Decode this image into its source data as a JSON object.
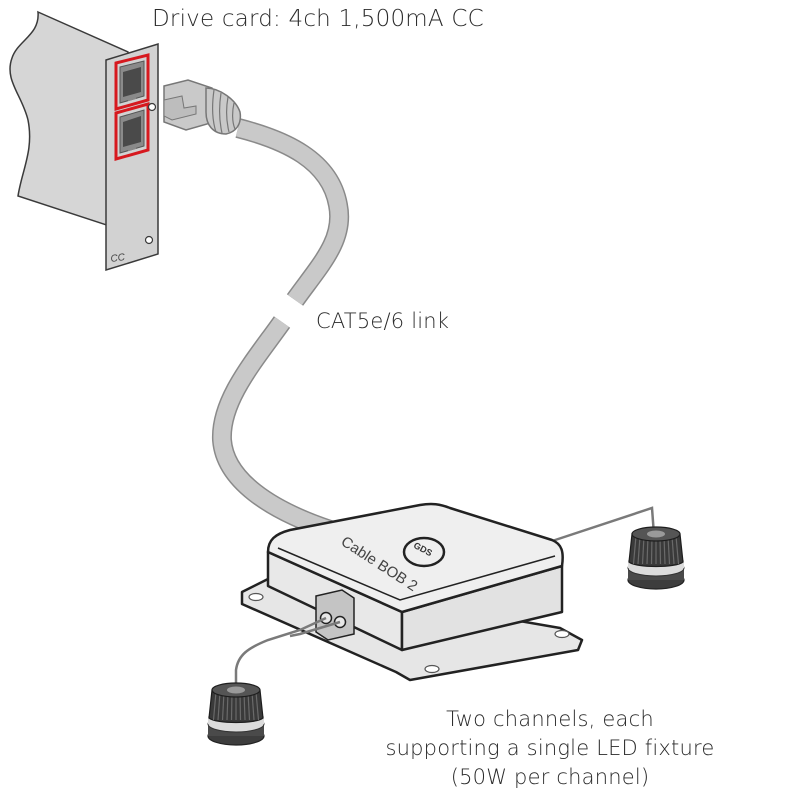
{
  "labels": {
    "drive_card": "Drive card: 4ch 1,500mA CC",
    "link": "CAT5e/6 link",
    "channels_lines": [
      "Two channels, each",
      "supporting a single LED fixture",
      "(50W per channel)"
    ]
  },
  "card": {
    "panel_label": "CC",
    "port_count": 2
  },
  "breakout_box": {
    "name": "Cable BOB 2",
    "logo": "GDS"
  },
  "fixtures": [
    {
      "name": "led-fixture-left"
    },
    {
      "name": "led-fixture-right"
    }
  ],
  "colors": {
    "port_highlight": "#d7191f",
    "cable_fill": "#c9c9c9",
    "cable_outline": "#8a8a8a",
    "panel_fill": "#d2d2d2",
    "box_fill": "#ececec",
    "outline": "#222222",
    "text": "#2a2a2a"
  }
}
